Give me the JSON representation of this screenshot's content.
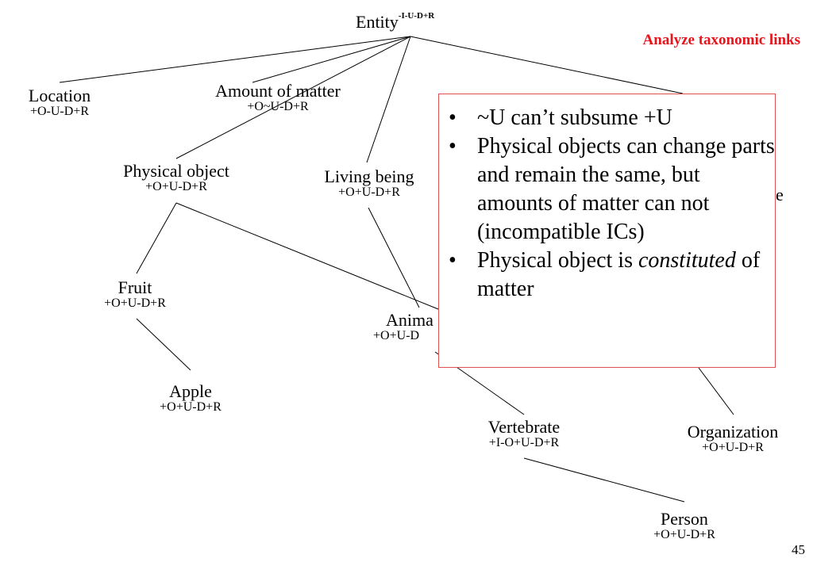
{
  "slide": {
    "heading": "Analyze taxonomic links",
    "number": "45",
    "accent_color": "#e8141b"
  },
  "nodes": {
    "entity": {
      "name": "Entity",
      "props": "-I-U-D+R"
    },
    "location": {
      "name": "Location",
      "props": "+O-U-D+R"
    },
    "amount_of_matter": {
      "name": "Amount of matter",
      "props": "+O~U-D+R"
    },
    "physical_object": {
      "name": "Physical  object",
      "props": "+O+U-D+R"
    },
    "living_being": {
      "name": "Living being",
      "props": "+O+U-D+R"
    },
    "fruit": {
      "name": "Fruit",
      "props": "+O+U-D+R"
    },
    "animal": {
      "name": "Anima",
      "props": "+O+U-D"
    },
    "apple": {
      "name": "Apple",
      "props": "+O+U-D+R"
    },
    "vertebrate": {
      "name": "Vertebrate",
      "props": "+I-O+U-D+R"
    },
    "organization": {
      "name": "Organization",
      "props": "+O+U-D+R"
    },
    "person": {
      "name": "Person",
      "props": "+O+U-D+R"
    },
    "partial_label": {
      "name": "e"
    }
  },
  "callout": {
    "bullet1": "~U  can’t subsume +U",
    "bullet2": "Physical objects can change parts and remain the same, but amounts of matter can not (incompatible ICs)",
    "bullet3_before": "Physical object is ",
    "bullet3_emph": "constituted",
    "bullet3_after": " of matter"
  }
}
